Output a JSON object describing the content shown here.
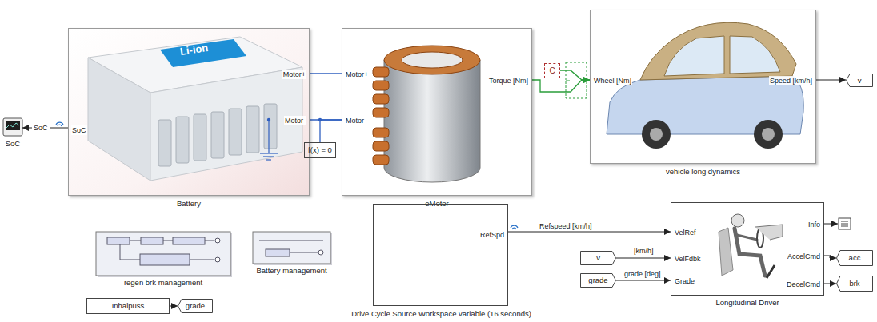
{
  "diagram": {
    "nodes": [
      {
        "text": [
          "SoC"
        ]
      },
      {
        "text": [
          "SoC",
          "Motor+",
          "Motor-",
          "Battery"
        ]
      },
      {
        "text": [
          "f(x) = 0"
        ]
      },
      {
        "text": [
          "Motor+",
          "Motor-",
          "Torque [Nm]",
          "eMotor"
        ]
      },
      {
        "text": [
          "C"
        ]
      },
      {
        "text": [
          "Wheel [Nm]",
          "Speed [km/h]",
          "vehicle long dynamics"
        ]
      },
      {
        "text": [
          "v"
        ]
      },
      {
        "text": [
          "regen brk management"
        ]
      },
      {
        "text": [
          "Battery management"
        ]
      },
      {
        "text": [
          "RefSpd",
          "Drive Cycle Source Workspace variable (16 seconds)"
        ]
      },
      {
        "text": [
          "VelRef",
          "VelFdbk",
          "Grade",
          "Info",
          "AccelCmd",
          "DecelCmd",
          "Longitudinal Driver"
        ]
      },
      {
        "text": [
          "v"
        ]
      },
      {
        "text": [
          "grade"
        ]
      },
      {
        "text": [
          "Inhalpuss"
        ]
      },
      {
        "text": [
          "grade"
        ]
      },
      {
        "text": [
          "acc"
        ]
      },
      {
        "text": [
          "brk"
        ]
      }
    ],
    "edges": [
      {
        "from": 1,
        "to": 0,
        "arrow": "to",
        "label": "SoC"
      },
      {
        "from": 1,
        "to": 3,
        "arrow": "none"
      },
      {
        "from": 1,
        "to": 3,
        "arrow": "none"
      },
      {
        "from": 2,
        "to": 3,
        "arrow": "none"
      },
      {
        "from": 3,
        "to": 5,
        "arrow": "to"
      },
      {
        "from": 4,
        "to": 5,
        "arrow": "to"
      },
      {
        "from": 5,
        "to": 6,
        "arrow": "to"
      },
      {
        "from": 9,
        "to": 10,
        "arrow": "to",
        "label": "Refspeed [km/h]"
      },
      {
        "from": 11,
        "to": 10,
        "arrow": "to",
        "label": "[km/h]"
      },
      {
        "from": 12,
        "to": 10,
        "arrow": "to",
        "label": "grade [deg]"
      },
      {
        "from": 13,
        "to": 14,
        "arrow": "to"
      },
      {
        "from": 10,
        "to": 15,
        "arrow": "to"
      },
      {
        "from": 10,
        "to": 16,
        "arrow": "to"
      }
    ],
    "labels": [
      "Li-ion"
    ]
  }
}
